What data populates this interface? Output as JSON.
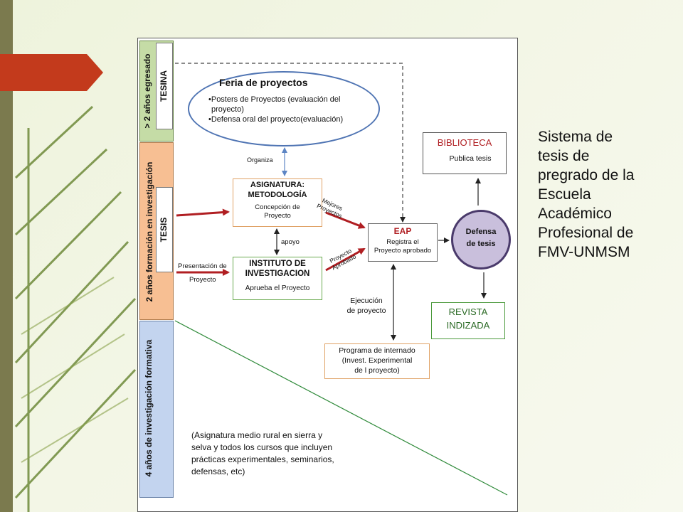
{
  "side_title": [
    "Sistema de",
    "tesis de",
    "pregrado de la",
    "Escuela",
    "Académico",
    "Profesional de",
    "FMV-UNMSM"
  ],
  "bands": {
    "egresado": "> 2 años egresado",
    "formacion": "2 años formación en  investigación",
    "formativa": "4 años de investigación formativa"
  },
  "tags": {
    "tesina": "TESINA",
    "tesis": "TESIS"
  },
  "feria": {
    "title": "Feria de proyectos",
    "line1": "•Posters de Proyectos (evaluación del",
    "line2": "proyecto)",
    "line3": "•Defensa oral del proyecto(evaluación)"
  },
  "organiza": "Organiza",
  "asignatura": {
    "title1": "ASIGNATURA:",
    "title2": "METODOLOGÍA",
    "sub1": "Concepción  de",
    "sub2": "Proyecto"
  },
  "apoyo": "apoyo",
  "instituto": {
    "title1": "INSTITUTO DE",
    "title2": "INVESTIGACION",
    "sub": "Aprueba  el Proyecto"
  },
  "presentacion": {
    "line1": "Presentación de",
    "line2": "Proyecto"
  },
  "mejores": {
    "line1": "Mejores",
    "line2": "Proyectos"
  },
  "aprobado": {
    "line1": "Proyecto",
    "line2": "Aprobado"
  },
  "eap": {
    "title": "EAP",
    "sub1": "Registra el",
    "sub2": "Proyecto aprobado"
  },
  "defensa": {
    "line1": "Defensa",
    "line2": "de tesis"
  },
  "biblioteca": {
    "title": "BIBLIOTECA",
    "sub": "Publica tesis"
  },
  "revista": {
    "line1": "REVISTA",
    "line2": "INDIZADA"
  },
  "ejecucion": {
    "line1": "Ejecución",
    "line2": "de proyecto"
  },
  "programa": {
    "line1": "Programa de internado",
    "line2": "(Invest.  Experimental",
    "line3": "de l proyecto)"
  },
  "note": {
    "line1": "(Asignatura medio rural en sierra y",
    "line2": "selva y todos los cursos que incluyen",
    "line3": "prácticas experimentales, seminarios,",
    "line4": "defensas, etc)"
  },
  "colors": {
    "band_green": "#c5dca6",
    "band_orange": "#f7bf93",
    "band_blue": "#c3d4ef",
    "arrow_red": "#b01e22",
    "feria_blue": "#4f74b3",
    "box_orange": "#e0a266",
    "box_green": "#6aaa50",
    "eap_red": "#b01e22",
    "circle_fill": "#c9bfdc",
    "circle_border": "#4a3a6b",
    "revista_green": "#4c9a3d",
    "stripe_olive": "#7b7a4e",
    "tab_red": "#c33a1c"
  }
}
